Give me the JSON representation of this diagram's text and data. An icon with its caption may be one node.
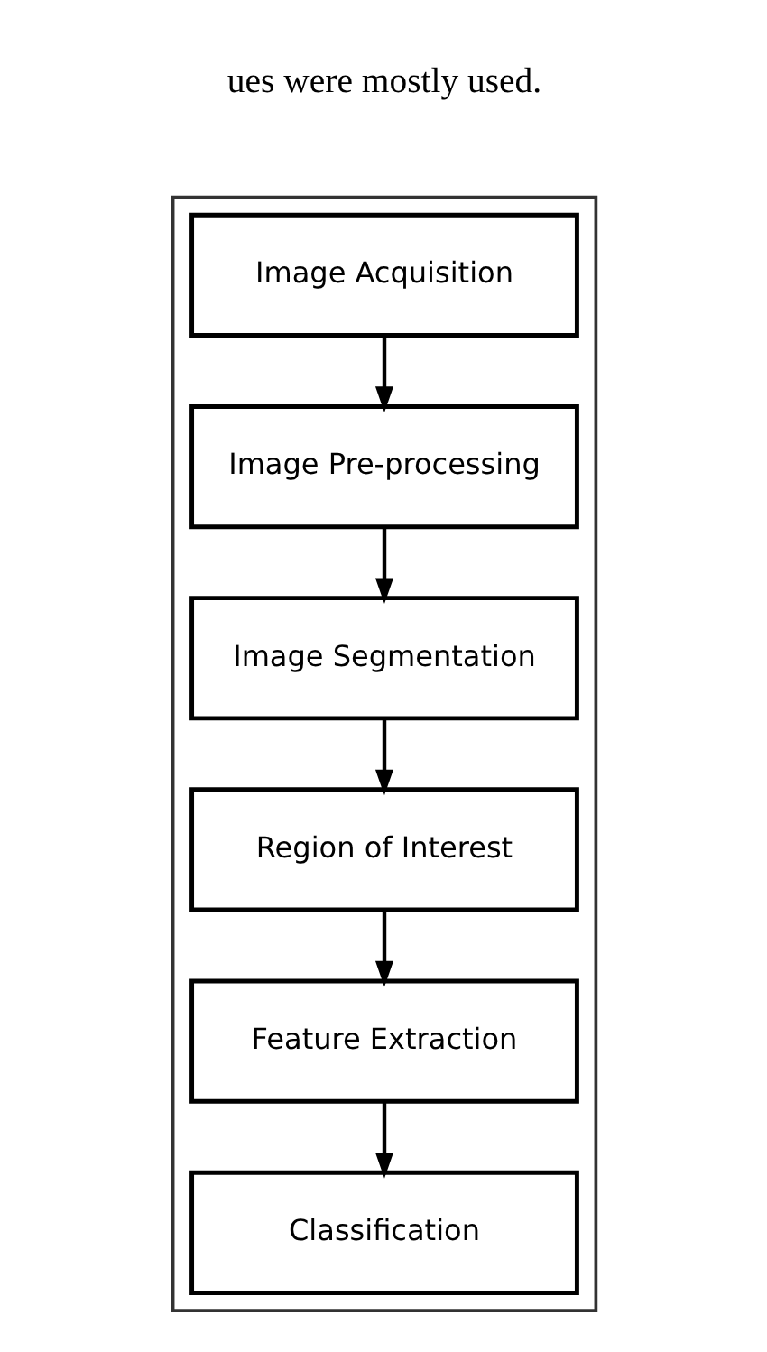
{
  "diagram": {
    "nodes": [
      {
        "text": [],
        "shape": "box"
      },
      {
        "text": [
          "Image Acquisition"
        ],
        "in": 0
      },
      {
        "text": [
          "Image Pre-processing"
        ],
        "in": 0
      },
      {
        "text": [
          "Image Segmentation"
        ],
        "in": 0
      },
      {
        "text": [
          "Region of Interest"
        ],
        "in": 0
      },
      {
        "text": [
          "Feature Extraction"
        ],
        "in": 0
      },
      {
        "text": [
          "Classification"
        ],
        "in": 0
      }
    ],
    "edges": [
      {
        "from": 1,
        "to": 2,
        "arrow": "to"
      },
      {
        "from": 2,
        "to": 3,
        "arrow": "to"
      },
      {
        "from": 3,
        "to": 4,
        "arrow": "to"
      },
      {
        "from": 4,
        "to": 5,
        "arrow": "to"
      },
      {
        "from": 5,
        "to": 6,
        "arrow": "to"
      }
    ],
    "labels": [
      "ues were mostly used."
    ]
  }
}
